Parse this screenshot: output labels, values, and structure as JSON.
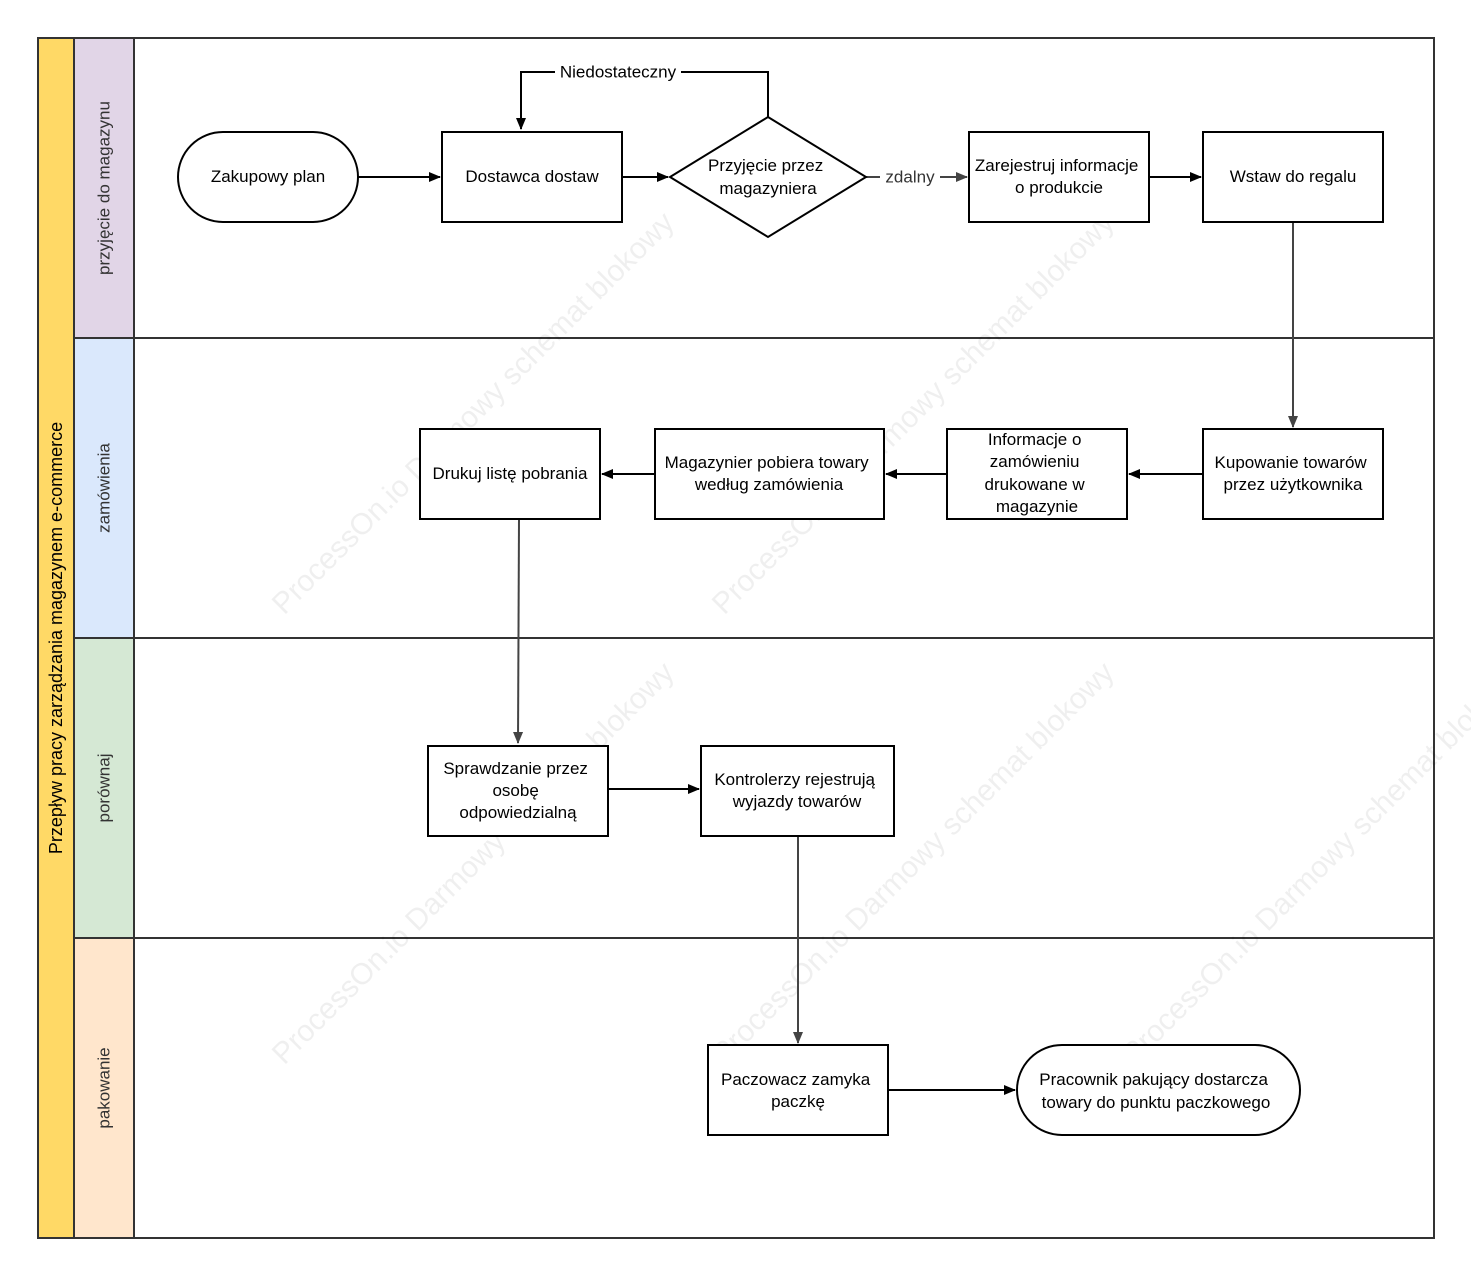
{
  "pool": {
    "title": "Przepływ pracy zarządzania magazynem e-commerce",
    "color": "#FFD966"
  },
  "lanes": [
    {
      "id": "lane1",
      "label": "przyjęcie do magazynu",
      "color": "#E1D5E7"
    },
    {
      "id": "lane2",
      "label": "zamówienia",
      "color": "#DAE8FC"
    },
    {
      "id": "lane3",
      "label": "porównaj",
      "color": "#D5E8D4"
    },
    {
      "id": "lane4",
      "label": "pakowanie",
      "color": "#FFE6CC"
    }
  ],
  "nodes": [
    {
      "id": "n1",
      "shape": "terminal",
      "lines": [
        "Zakupowy plan"
      ]
    },
    {
      "id": "n2",
      "shape": "process",
      "lines": [
        "Dostawca dostaw"
      ]
    },
    {
      "id": "n3",
      "shape": "decision",
      "lines": [
        "Przyjęcie przez",
        "magazyniera"
      ]
    },
    {
      "id": "n4",
      "shape": "process",
      "lines": [
        "Zarejestruj informacje",
        "o produkcie"
      ]
    },
    {
      "id": "n5",
      "shape": "process",
      "lines": [
        "Wstaw do regalu"
      ]
    },
    {
      "id": "n6",
      "shape": "process",
      "lines": [
        "Kupowanie towarów",
        "przez użytkownika"
      ]
    },
    {
      "id": "n7",
      "shape": "process",
      "lines": [
        "Informacje o",
        "zamówieniu",
        "drukowane w",
        "magazynie"
      ]
    },
    {
      "id": "n8",
      "shape": "process",
      "lines": [
        "Magazynier pobiera towary",
        "według zamówienia"
      ]
    },
    {
      "id": "n9",
      "shape": "process",
      "lines": [
        "Drukuj listę pobrania"
      ]
    },
    {
      "id": "n10",
      "shape": "process",
      "lines": [
        "Sprawdzanie przez",
        "osobę",
        "odpowiedzialną"
      ]
    },
    {
      "id": "n11",
      "shape": "process",
      "lines": [
        "Kontrolerzy rejestrują",
        "wyjazdy towarów"
      ]
    },
    {
      "id": "n12",
      "shape": "process",
      "lines": [
        "Paczowacz zamyka",
        "paczkę"
      ]
    },
    {
      "id": "n13",
      "shape": "terminal",
      "lines": [
        "Pracownik pakujący dostarcza",
        "towary do punktu paczkowego"
      ]
    }
  ],
  "edges": [
    {
      "id": "e1",
      "from": "n1",
      "to": "n2",
      "label": ""
    },
    {
      "id": "e2",
      "from": "n2",
      "to": "n3",
      "label": ""
    },
    {
      "id": "e3",
      "from": "n3",
      "to": "n4",
      "label": "zdalny"
    },
    {
      "id": "e4",
      "from": "n3",
      "to": "n2",
      "label": "Niedostateczny"
    },
    {
      "id": "e5",
      "from": "n4",
      "to": "n5",
      "label": ""
    },
    {
      "id": "e6",
      "from": "n5",
      "to": "n6",
      "label": ""
    },
    {
      "id": "e7",
      "from": "n6",
      "to": "n7",
      "label": ""
    },
    {
      "id": "e8",
      "from": "n7",
      "to": "n8",
      "label": ""
    },
    {
      "id": "e9",
      "from": "n8",
      "to": "n9",
      "label": ""
    },
    {
      "id": "e10",
      "from": "n9",
      "to": "n10",
      "label": ""
    },
    {
      "id": "e11",
      "from": "n10",
      "to": "n11",
      "label": ""
    },
    {
      "id": "e12",
      "from": "n11",
      "to": "n12",
      "label": ""
    },
    {
      "id": "e13",
      "from": "n12",
      "to": "n13",
      "label": ""
    }
  ],
  "watermark": {
    "text": "ProcessOn.io Darmowy schemat blokowy"
  }
}
